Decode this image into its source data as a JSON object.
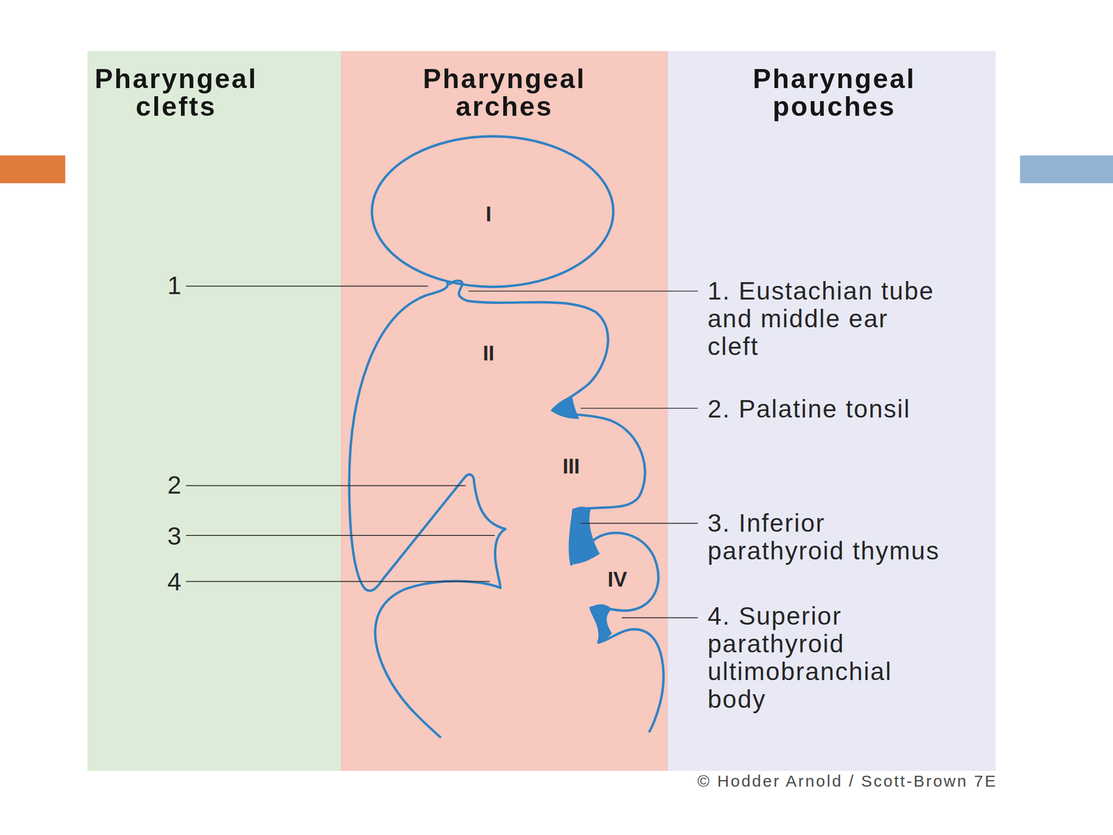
{
  "diagram": {
    "nodes": [
      {
        "text": [
          "Pharyngeal clefts"
        ]
      },
      {
        "text": [
          "Pharyngeal arches"
        ]
      },
      {
        "text": [
          "Pharyngeal pouches"
        ]
      }
    ],
    "labels": [
      "1",
      "2",
      "3",
      "4",
      "I",
      "II",
      "III",
      "IV",
      "1. Eustachian tube and middle ear cleft",
      "2. Palatine tonsil",
      "3. Inferior parathyroid thymus",
      "4. Superior parathyroid ultimobranchial body",
      "© Hodder Arnold / Scott-Brown 7E"
    ]
  }
}
